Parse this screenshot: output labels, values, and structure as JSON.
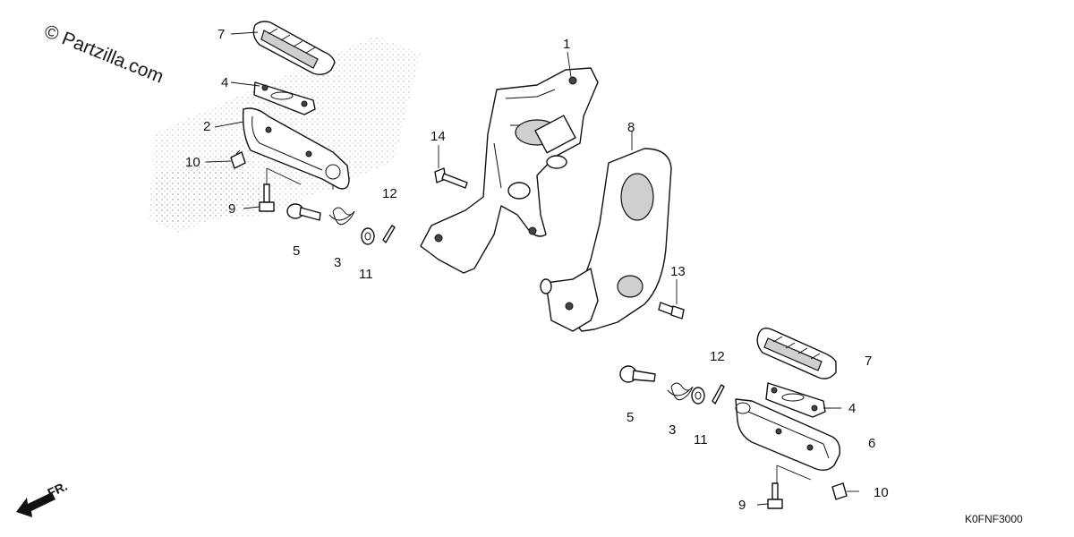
{
  "watermark": "© Partzilla.com",
  "diagram_code": "K0FNF3000",
  "front_indicator": "FR.",
  "callouts": {
    "c1": "1",
    "c2": "2",
    "c3_left": "3",
    "c3_right": "3",
    "c4_left": "4",
    "c4_right": "4",
    "c5_left": "5",
    "c5_right": "5",
    "c6": "6",
    "c7_left": "7",
    "c7_right": "7",
    "c8": "8",
    "c9_left": "9",
    "c9_right": "9",
    "c10_left": "10",
    "c10_right": "10",
    "c11_left": "11",
    "c11_right": "11",
    "c12_left": "12",
    "c12_right": "12",
    "c13": "13",
    "c14": "14"
  }
}
